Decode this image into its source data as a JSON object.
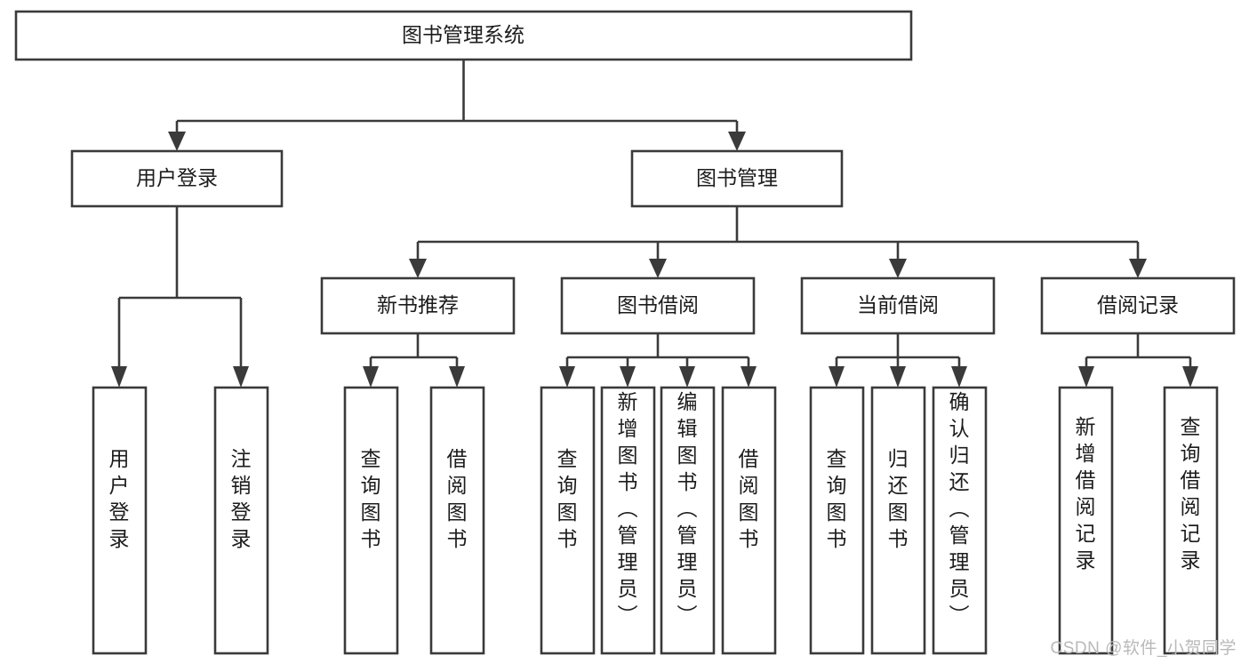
{
  "diagram": {
    "type": "tree-hierarchy",
    "title": "图书管理系统",
    "orientation": "top-down",
    "colors": {
      "stroke": "#3a3a3a",
      "box_fill": "#ffffff",
      "text": "#1c1c1c",
      "watermark": "#b9b9b9",
      "background": "#ffffff"
    },
    "root": {
      "id": "root",
      "label": "图书管理系统",
      "text_orientation": "horizontal"
    },
    "level2": [
      {
        "id": "user-login",
        "label": "用户登录",
        "text_orientation": "horizontal"
      },
      {
        "id": "book-manage",
        "label": "图书管理",
        "text_orientation": "horizontal"
      }
    ],
    "level3": [
      {
        "id": "new-book-rec",
        "label": "新书推荐",
        "parent": "book-manage",
        "text_orientation": "horizontal"
      },
      {
        "id": "book-borrow",
        "label": "图书借阅",
        "parent": "book-manage",
        "text_orientation": "horizontal"
      },
      {
        "id": "current-borrow",
        "label": "当前借阅",
        "parent": "book-manage",
        "text_orientation": "horizontal"
      },
      {
        "id": "borrow-record",
        "label": "借阅记录",
        "parent": "book-manage",
        "text_orientation": "horizontal"
      }
    ],
    "leaves": [
      {
        "id": "leaf-user-login",
        "parent": "user-login",
        "label": "用户登录",
        "chars": [
          "用",
          "户",
          "登",
          "录"
        ],
        "text_orientation": "vertical"
      },
      {
        "id": "leaf-logout",
        "parent": "user-login",
        "label": "注销登录",
        "chars": [
          "注",
          "销",
          "登",
          "录"
        ],
        "text_orientation": "vertical"
      },
      {
        "id": "leaf-query-book-rec",
        "parent": "new-book-rec",
        "label": "查询图书",
        "chars": [
          "查",
          "询",
          "图",
          "书"
        ],
        "text_orientation": "vertical"
      },
      {
        "id": "leaf-borrow-book-rec",
        "parent": "new-book-rec",
        "label": "借阅图书",
        "chars": [
          "借",
          "阅",
          "图",
          "书"
        ],
        "text_orientation": "vertical"
      },
      {
        "id": "leaf-query-book-b",
        "parent": "book-borrow",
        "label": "查询图书",
        "chars": [
          "查",
          "询",
          "图",
          "书"
        ],
        "text_orientation": "vertical"
      },
      {
        "id": "leaf-add-book",
        "parent": "book-borrow",
        "label": "新增图书（管理员）",
        "chars": [
          "新",
          "增",
          "图",
          "书",
          "（",
          "管",
          "理",
          "员",
          "）"
        ],
        "text_orientation": "vertical"
      },
      {
        "id": "leaf-edit-book",
        "parent": "book-borrow",
        "label": "编辑图书（管理员）",
        "chars": [
          "编",
          "辑",
          "图",
          "书",
          "（",
          "管",
          "理",
          "员",
          "）"
        ],
        "text_orientation": "vertical"
      },
      {
        "id": "leaf-borrow-book-b",
        "parent": "book-borrow",
        "label": "借阅图书",
        "chars": [
          "借",
          "阅",
          "图",
          "书"
        ],
        "text_orientation": "vertical"
      },
      {
        "id": "leaf-query-book-c",
        "parent": "current-borrow",
        "label": "查询图书",
        "chars": [
          "查",
          "询",
          "图",
          "书"
        ],
        "text_orientation": "vertical"
      },
      {
        "id": "leaf-return-book",
        "parent": "current-borrow",
        "label": "归还图书",
        "chars": [
          "归",
          "还",
          "图",
          "书"
        ],
        "text_orientation": "vertical"
      },
      {
        "id": "leaf-confirm-return",
        "parent": "current-borrow",
        "label": "确认归还（管理员）",
        "chars": [
          "确",
          "认",
          "归",
          "还",
          "（",
          "管",
          "理",
          "员",
          "）"
        ],
        "text_orientation": "vertical"
      },
      {
        "id": "leaf-add-record",
        "parent": "borrow-record",
        "label": "新增借阅记录",
        "chars": [
          "新",
          "增",
          "借",
          "阅",
          "记",
          "录"
        ],
        "text_orientation": "vertical"
      },
      {
        "id": "leaf-query-record",
        "parent": "borrow-record",
        "label": "查询借阅记录",
        "chars": [
          "查",
          "询",
          "借",
          "阅",
          "记",
          "录"
        ],
        "text_orientation": "vertical"
      }
    ]
  },
  "watermark": {
    "text": "CSDN @软件_小贺同学"
  }
}
